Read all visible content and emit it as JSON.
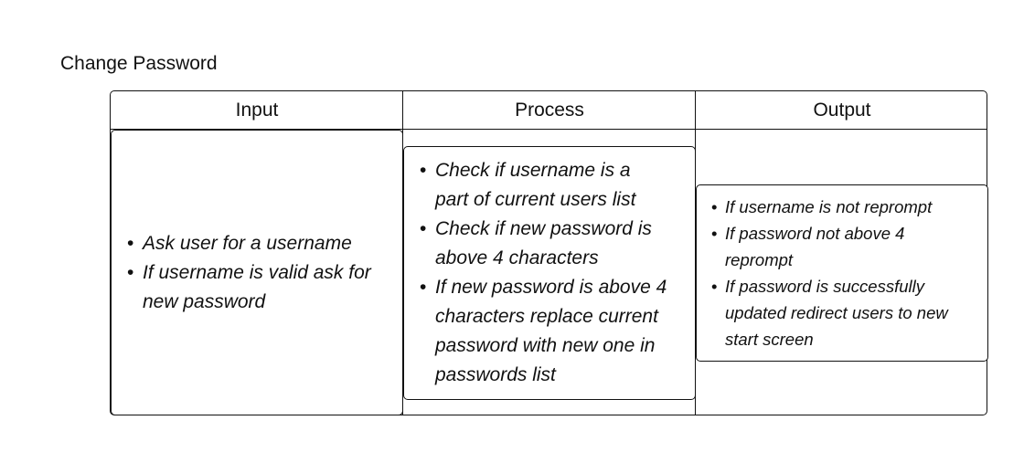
{
  "title": "Change Password",
  "columns": [
    {
      "header": "Input",
      "items": [
        "Ask user for a username",
        "If username is valid ask for new password"
      ]
    },
    {
      "header": "Process",
      "items": [
        "Check if username is a part of current users list",
        "Check if new password is above 4 characters",
        "If new password is above 4 characters replace current password with new one in passwords list"
      ]
    },
    {
      "header": "Output",
      "items": [
        "If username is not reprompt",
        "If password not above 4 reprompt",
        "If password is successfully updated redirect users to new start screen"
      ]
    }
  ]
}
